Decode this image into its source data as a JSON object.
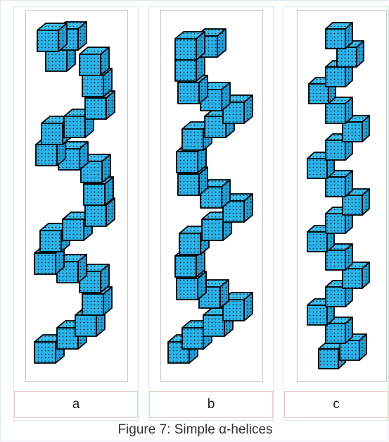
{
  "figure_title": "Figure 7: Simple α-helices",
  "panels": [
    {
      "caption": "a"
    },
    {
      "caption": "b"
    },
    {
      "caption": "c"
    }
  ],
  "colors": {
    "cube_face": "#2bb4ea",
    "cube_top": "#3cc0f0",
    "cube_side": "#1e9fd6",
    "edge": "#000000",
    "dots": "#0a2a3a"
  }
}
